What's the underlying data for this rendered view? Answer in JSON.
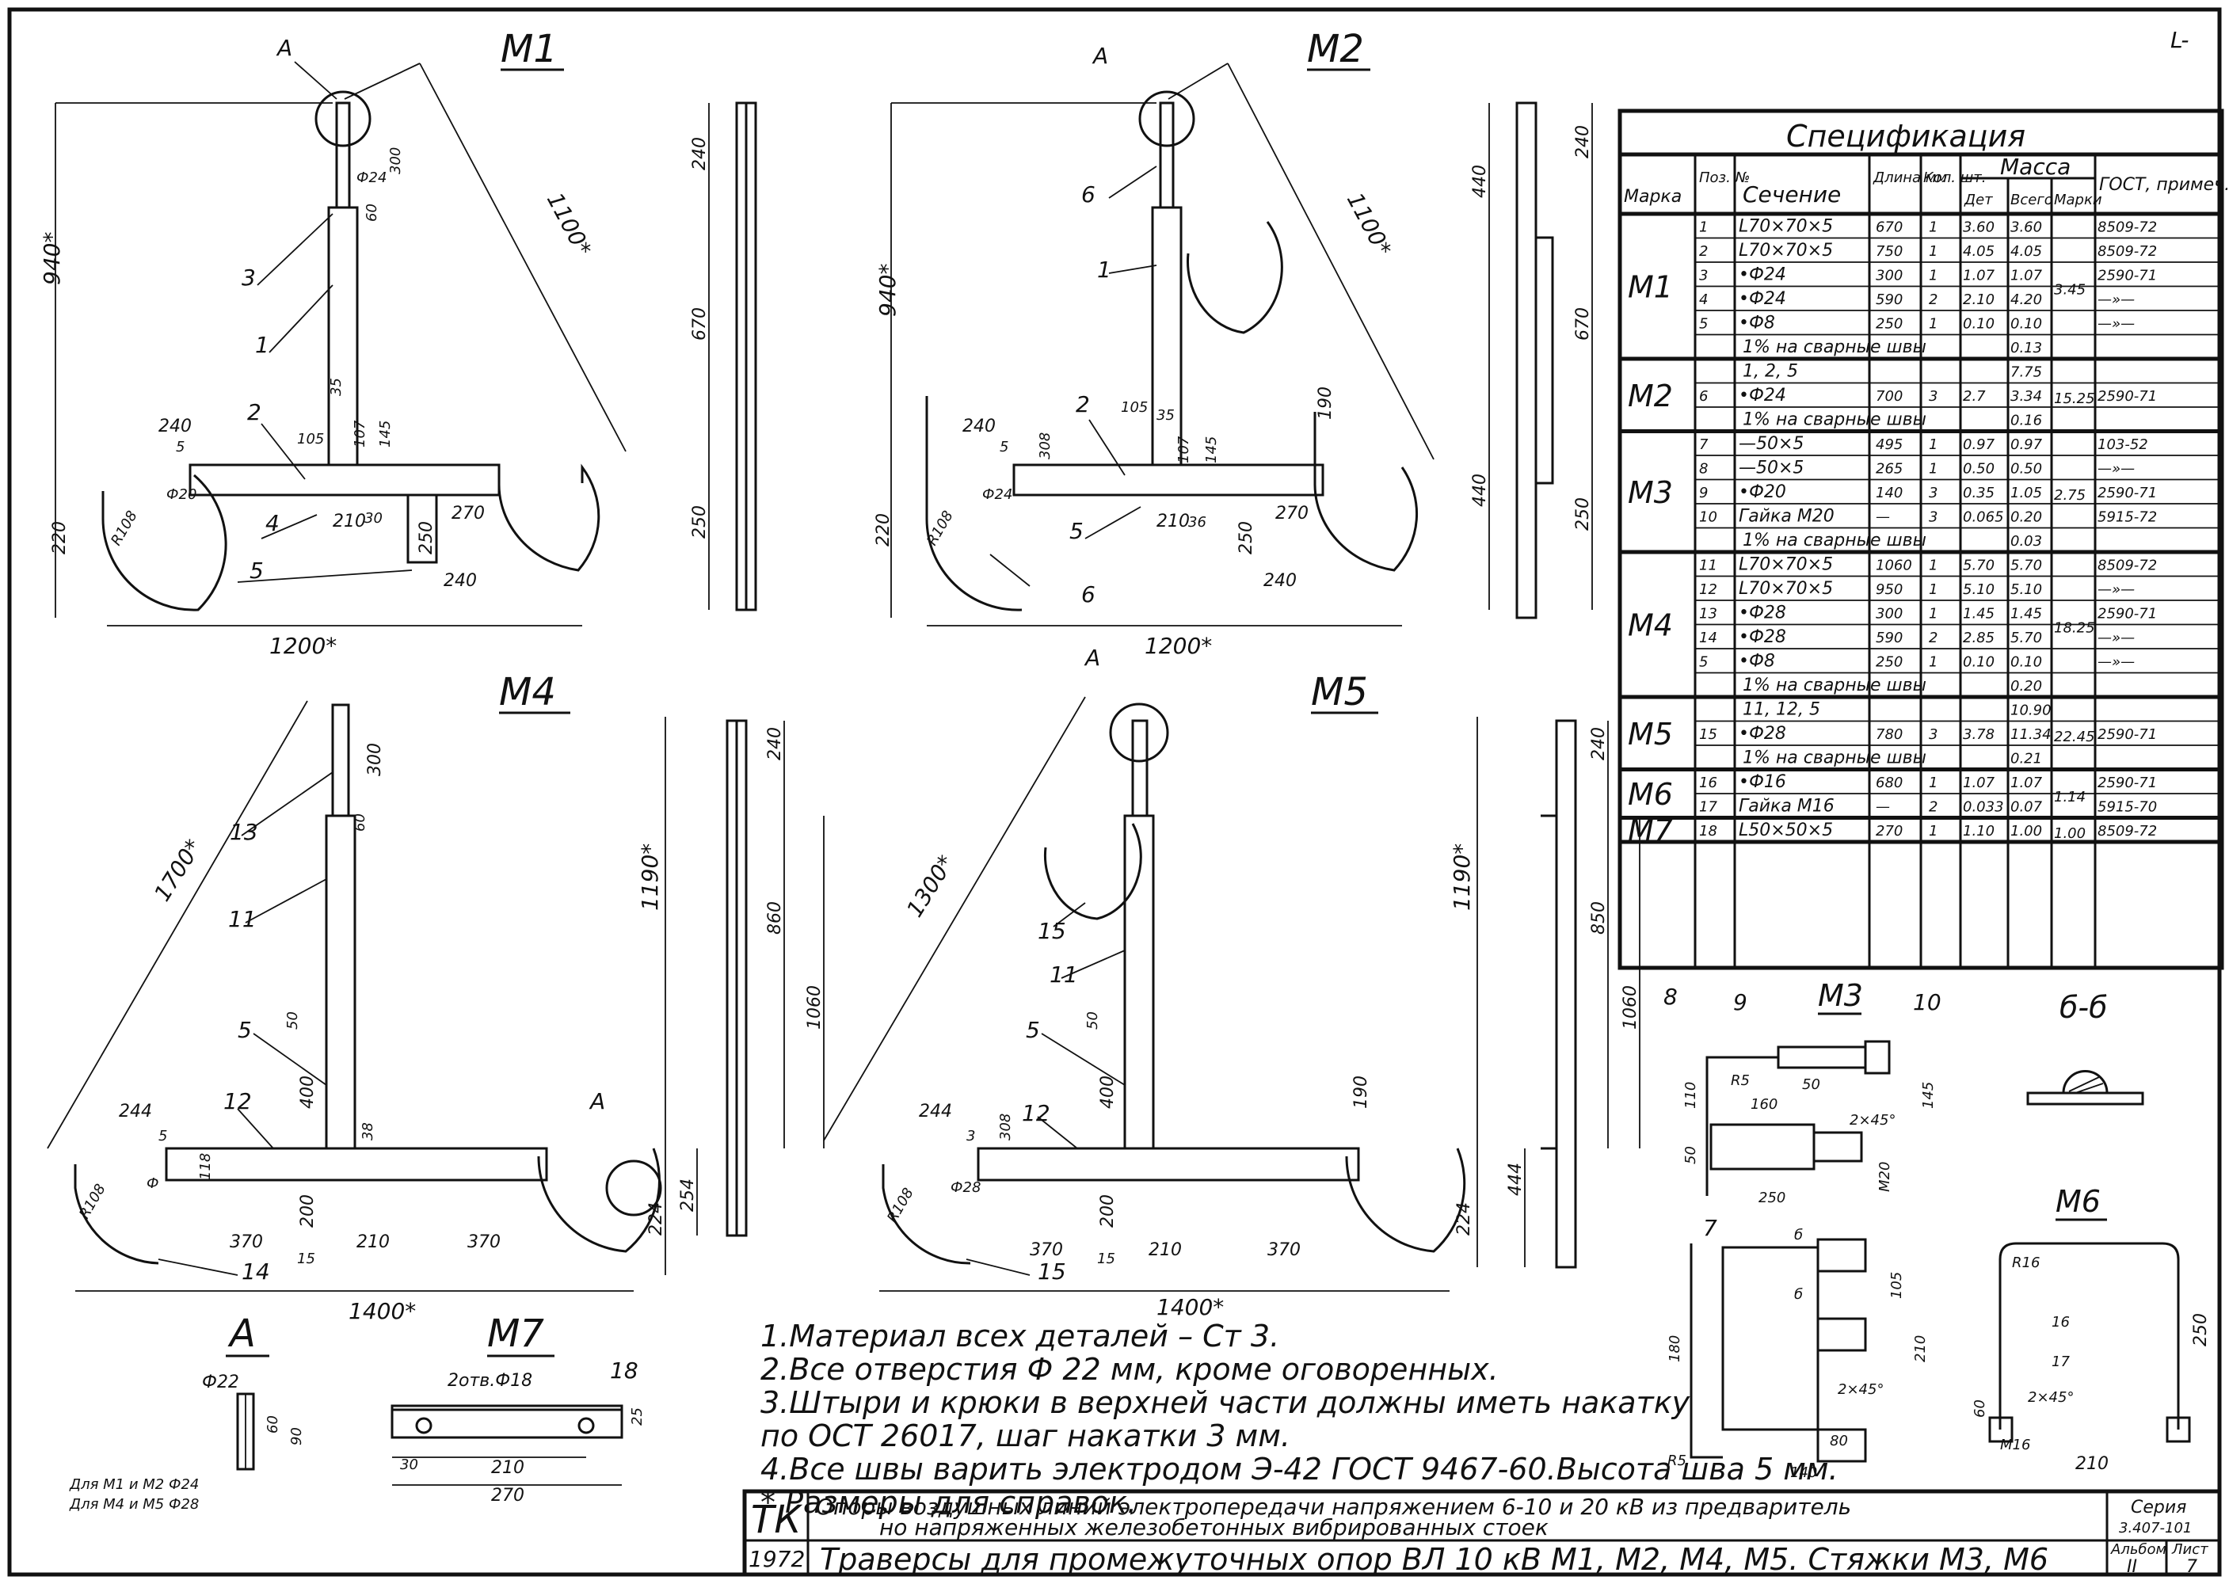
{
  "corner_mark": "L-",
  "views": {
    "m1": {
      "title": "М1",
      "detail_a": "А",
      "dims": {
        "overall_w": "1200*",
        "diag": "1100*",
        "h": "940*",
        "d240": "240",
        "d210": "210",
        "d270": "270",
        "d250": "250",
        "d240b": "240",
        "d220": "220",
        "d5": "5",
        "d105": "105",
        "d35": "35",
        "d107": "107",
        "d145": "145",
        "d30": "30",
        "r108": "R108",
        "phi20": "Ф20",
        "phi24": "Ф24",
        "d300": "300",
        "d60": "60"
      },
      "callouts": [
        "1",
        "2",
        "3",
        "4",
        "5"
      ]
    },
    "m1_side": {
      "dims": [
        "240",
        "670",
        "250"
      ]
    },
    "m2": {
      "title": "М2",
      "detail_a": "А",
      "dims": {
        "overall_w": "1200*",
        "diag": "1100*",
        "h": "940*",
        "d240": "240",
        "d308": "308",
        "d210": "210",
        "d270": "270",
        "d250": "250",
        "d240b": "240",
        "d220": "220",
        "d5": "5",
        "d105": "105",
        "d35": "35",
        "d107": "107",
        "d145": "145",
        "d36": "36",
        "d190": "190",
        "r108": "R108",
        "phi24": "Ф24"
      },
      "callouts": [
        "1",
        "2",
        "5",
        "6",
        "6"
      ]
    },
    "m2_side": {
      "dims": [
        "440",
        "240",
        "670",
        "440",
        "250"
      ]
    },
    "m4": {
      "title": "М4",
      "detail_a": "А",
      "dims": {
        "overall_w": "1400*",
        "diag": "1700*",
        "h": "1190*",
        "d244": "244",
        "d300": "300",
        "d60": "60",
        "d50": "50",
        "d400": "400",
        "d38": "38",
        "d200": "200",
        "d15": "15",
        "d370": "370",
        "d210": "210",
        "d370b": "370",
        "d224": "224",
        "d5": "5",
        "d118": "118",
        "r108": "R108",
        "phi": "Ф"
      },
      "callouts": [
        "13",
        "11",
        "5",
        "12",
        "14"
      ]
    },
    "m4_side": {
      "dims": [
        "240",
        "860",
        "1060",
        "254"
      ]
    },
    "m5": {
      "title": "М5",
      "detail_a": "А",
      "dims": {
        "overall_w": "1400*",
        "diag": "1300*",
        "h": "1190*",
        "d244": "244",
        "d308": "308",
        "d50": "50",
        "d400": "400",
        "d200": "200",
        "d15": "15",
        "d370": "370",
        "d210": "210",
        "d370b": "370",
        "d190": "190",
        "d224": "224",
        "d3": "3",
        "r108": "R108",
        "phi28": "Ф28"
      },
      "callouts": [
        "15",
        "11",
        "5",
        "12",
        "15"
      ]
    },
    "m5_side": {
      "dims": [
        "240",
        "850",
        "1060",
        "444"
      ]
    }
  },
  "spec": {
    "title": "Спецификация",
    "headers": {
      "mark": "Марка",
      "pos": "Поз. №",
      "section": "Сечение",
      "length": "Длина мм",
      "qty": "Кол. шт.",
      "mass": "Масса",
      "mass_unit": "Дет",
      "mass_total": "Всего",
      "mass_mark": "Марки",
      "gost": "ГОСТ, примеч."
    },
    "groups": [
      {
        "mark": "М1",
        "mark_total": "3.45",
        "rows": [
          {
            "pos": "1",
            "section": "L70×70×5",
            "length": "670",
            "qty": "1",
            "unit": "3.60",
            "total": "3.60",
            "gost": "8509-72"
          },
          {
            "pos": "2",
            "section": "L70×70×5",
            "length": "750",
            "qty": "1",
            "unit": "4.05",
            "total": "4.05",
            "gost": "8509-72"
          },
          {
            "pos": "3",
            "section": "•Ф24",
            "length": "300",
            "qty": "1",
            "unit": "1.07",
            "total": "1.07",
            "gost": "2590-71"
          },
          {
            "pos": "4",
            "section": "•Ф24",
            "length": "590",
            "qty": "2",
            "unit": "2.10",
            "total": "4.20",
            "gost": "—»—"
          },
          {
            "pos": "5",
            "section": "•Ф8",
            "length": "250",
            "qty": "1",
            "unit": "0.10",
            "total": "0.10",
            "gost": "—»—"
          }
        ],
        "weld": "1% на сварные швы",
        "weld_total": "0.13"
      },
      {
        "mark": "М2",
        "mark_total": "15.25",
        "pre": "1, 2, 5",
        "pre_total": "7.75",
        "rows": [
          {
            "pos": "6",
            "section": "•Ф24",
            "length": "700",
            "qty": "3",
            "unit": "2.7",
            "total": "3.34",
            "gost": "2590-71"
          }
        ],
        "weld": "1% на сварные швы",
        "weld_total": "0.16"
      },
      {
        "mark": "М3",
        "mark_total": "2.75",
        "rows": [
          {
            "pos": "7",
            "section": "—50×5",
            "length": "495",
            "qty": "1",
            "unit": "0.97",
            "total": "0.97",
            "gost": "103-52"
          },
          {
            "pos": "8",
            "section": "—50×5",
            "length": "265",
            "qty": "1",
            "unit": "0.50",
            "total": "0.50",
            "gost": "—»—"
          },
          {
            "pos": "9",
            "section": "•Ф20",
            "length": "140",
            "qty": "3",
            "unit": "0.35",
            "total": "1.05",
            "gost": "2590-71"
          },
          {
            "pos": "10",
            "section": "Гайка М20",
            "length": "—",
            "qty": "3",
            "unit": "0.065",
            "total": "0.20",
            "gost": "5915-72"
          }
        ],
        "weld": "1% на сварные швы",
        "weld_total": "0.03"
      },
      {
        "mark": "М4",
        "mark_total": "18.25",
        "rows": [
          {
            "pos": "11",
            "section": "L70×70×5",
            "length": "1060",
            "qty": "1",
            "unit": "5.70",
            "total": "5.70",
            "gost": "8509-72"
          },
          {
            "pos": "12",
            "section": "L70×70×5",
            "length": "950",
            "qty": "1",
            "unit": "5.10",
            "total": "5.10",
            "gost": "—»—"
          },
          {
            "pos": "13",
            "section": "•Ф28",
            "length": "300",
            "qty": "1",
            "unit": "1.45",
            "total": "1.45",
            "gost": "2590-71"
          },
          {
            "pos": "14",
            "section": "•Ф28",
            "length": "590",
            "qty": "2",
            "unit": "2.85",
            "total": "5.70",
            "gost": "—»—"
          },
          {
            "pos": "5",
            "section": "•Ф8",
            "length": "250",
            "qty": "1",
            "unit": "0.10",
            "total": "0.10",
            "gost": "—»—"
          }
        ],
        "weld": "1% на сварные швы",
        "weld_total": "0.20"
      },
      {
        "mark": "М5",
        "mark_total": "22.45",
        "pre": "11, 12, 5",
        "pre_total": "10.90",
        "rows": [
          {
            "pos": "15",
            "section": "•Ф28",
            "length": "780",
            "qty": "3",
            "unit": "3.78",
            "total": "11.34",
            "gost": "2590-71"
          }
        ],
        "weld": "1% на сварные швы",
        "weld_total": "0.21"
      },
      {
        "mark": "М6",
        "mark_total": "1.14",
        "rows": [
          {
            "pos": "16",
            "section": "•Ф16",
            "length": "680",
            "qty": "1",
            "unit": "1.07",
            "total": "1.07",
            "gost": "2590-71"
          },
          {
            "pos": "17",
            "section": "Гайка М16",
            "length": "—",
            "qty": "2",
            "unit": "0.033",
            "total": "0.07",
            "gost": "5915-70"
          }
        ]
      },
      {
        "mark": "М7",
        "mark_total": "1.00",
        "rows": [
          {
            "pos": "18",
            "section": "L50×50×5",
            "length": "270",
            "qty": "1",
            "unit": "1.10",
            "total": "1.00",
            "gost": "8509-72"
          }
        ]
      }
    ]
  },
  "details": {
    "m3": {
      "title": "М3",
      "callouts": [
        "8",
        "9",
        "10",
        "7",
        "б",
        "б"
      ],
      "dims": {
        "r5": "R5",
        "d50": "50",
        "d160": "160",
        "d110": "110",
        "d145": "145",
        "d50b": "50",
        "chamfer": "2×45°",
        "m20": "M20",
        "d250": "250",
        "d180": "180",
        "d105": "105",
        "d210": "210",
        "chamfer2": "2×45°",
        "d80": "80",
        "r5b": "R5",
        "d140": "140"
      }
    },
    "b6": {
      "title": "б-б"
    },
    "m6": {
      "title": "М6",
      "dims": {
        "r16": "R16",
        "pos16": "16",
        "pos17": "17",
        "chamfer": "2×45°",
        "d60": "60",
        "m16": "M16",
        "d250": "250",
        "d210": "210"
      }
    },
    "a": {
      "title": "А",
      "phi22": "Ф22",
      "d60": "60",
      "d90": "90",
      "note1": "Для М1 и М2 Ф24",
      "note2": "Для М4 и М5 Ф28"
    },
    "m7": {
      "title": "М7",
      "holes": "2отв.Ф18",
      "pos": "18",
      "d30": "30",
      "d210": "210",
      "d270": "270",
      "d25": "25"
    }
  },
  "notes": [
    "1.Материал всех деталей – Ст 3.",
    "2.Все отверстия Ф 22 мм, кроме оговоренных.",
    "3.Штыри и крюки в верхней части должны иметь накатку",
    "по ОСТ 26017, шаг накатки 3 мм.",
    "4.Все швы варить электродом Э-42 ГОСТ 9467-60.Высота шва 5 мм.",
    "* Размеры для справок."
  ],
  "title_block": {
    "org": "ТК",
    "year": "1972",
    "line1": "Опоры воздушных линий электропередачи напряжением 6-10 и 20 кВ из предваритель",
    "line2": "но напряженных железобетонных вибрированных стоек",
    "line3": "Траверсы для промежуточных опор ВЛ 10 кВ М1, М2, М4, М5. Стяжки М3, М6",
    "series_label": "Серия",
    "series_value": "3.407-101",
    "album_label": "Альбом",
    "album_value": "II",
    "sheet_label": "Лист",
    "sheet_value": "7"
  }
}
